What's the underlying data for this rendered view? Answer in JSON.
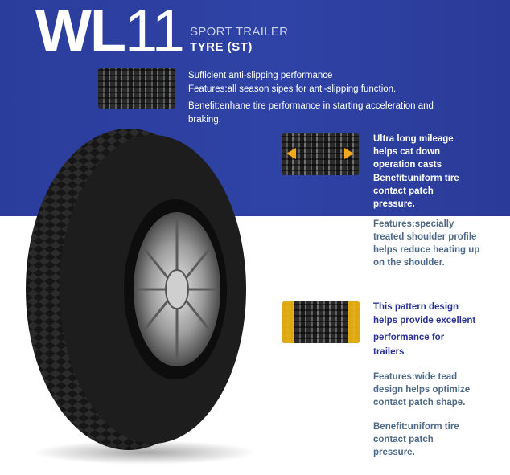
{
  "header": {
    "model_prefix": "WL",
    "model_number": "11",
    "line1": "SPORT TRAILER",
    "line2": "TYRE (ST)"
  },
  "feature1": {
    "title": "Sufficient anti-slipping performance",
    "features": "Features:all season sipes for anti-slipping function.",
    "benefit_line1": "Benefit:enhane tire performance in starting acceleration and",
    "benefit_line2": "braking."
  },
  "feature2": {
    "lines": [
      "Ultra long mileage",
      "helps cat down",
      "operation casts"
    ],
    "benefit_lines": [
      "Benefit:uniform tire",
      "contact patch",
      "pressure."
    ],
    "features_lines": [
      "Features:specially",
      "treated shoulder profile",
      "helps reduce heating up",
      "on the shoulder."
    ]
  },
  "feature3": {
    "lines": [
      "This pattern design",
      "helps provide excellent",
      "performance for",
      "trailers"
    ],
    "features_lines": [
      "Features:wide tead",
      "design helps optimize",
      "contact patch shape."
    ],
    "benefit_lines": [
      "Benefit:uniform tire",
      "contact patch",
      "pressure."
    ]
  },
  "colors": {
    "band": "#2f43a6",
    "navy_text": "#2a3296",
    "gray_text": "#4f6a86",
    "accent_yellow": "#f2b812",
    "arrow_orange": "#f4a81c"
  }
}
